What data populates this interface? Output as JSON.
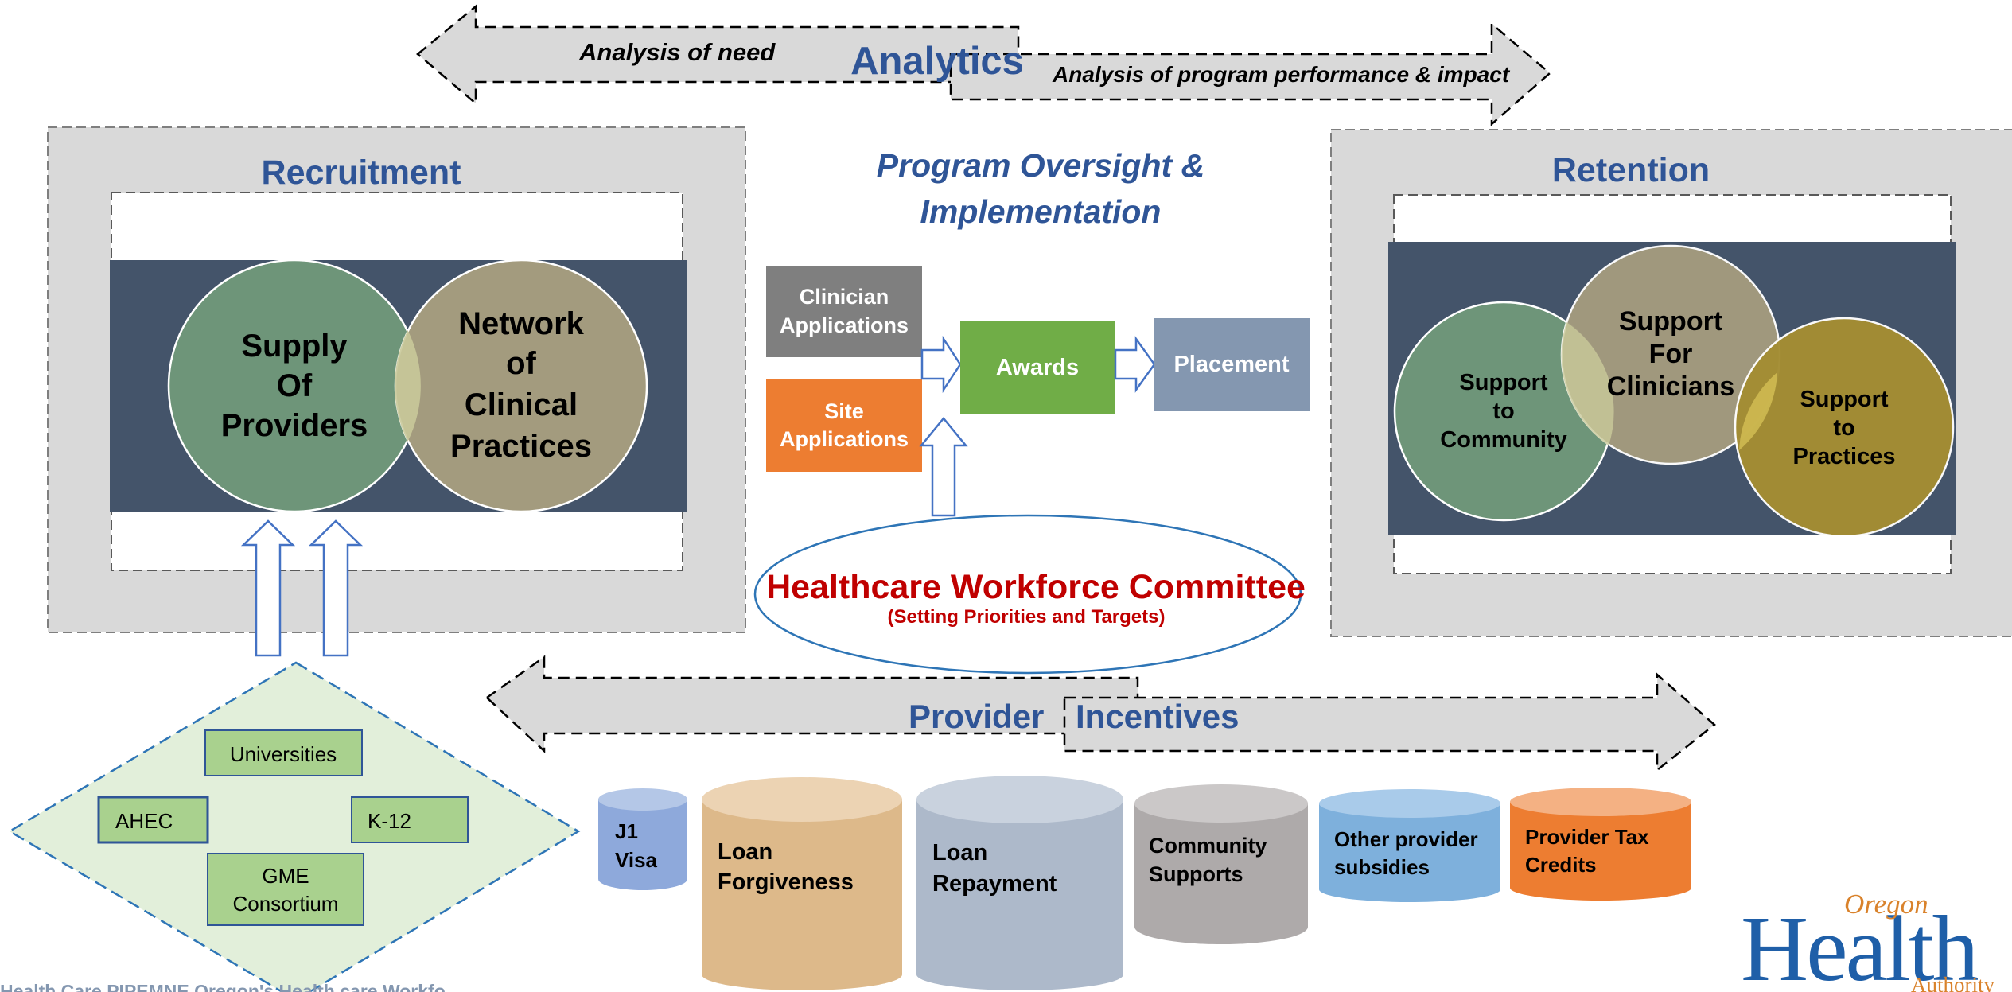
{
  "analytics": {
    "title": "Analytics",
    "left_label": "Analysis of need",
    "right_label": "Analysis of program performance & impact"
  },
  "recruitment": {
    "title": "Recruitment",
    "circle_left": [
      "Supply",
      "Of",
      "Providers"
    ],
    "circle_right": [
      "Network",
      "of",
      "Clinical",
      "Practices"
    ]
  },
  "oversight": {
    "title": [
      "Program Oversight &",
      "Implementation"
    ],
    "clinician_apps": [
      "Clinician",
      "Applications"
    ],
    "site_apps": [
      "Site",
      "Applications"
    ],
    "awards": "Awards",
    "placement": "Placement"
  },
  "retention": {
    "title": "Retention",
    "circle_left": [
      "Support",
      "to",
      "Community"
    ],
    "circle_mid": [
      "Support",
      "For",
      "Clinicians"
    ],
    "circle_right": [
      "Support",
      "to",
      "Practices"
    ]
  },
  "committee": {
    "title": "Healthcare Workforce Committee",
    "subtitle": "(Setting Priorities and Targets)"
  },
  "pipeline": {
    "universities": "Universities",
    "ahec": "AHEC",
    "k12": "K-12",
    "gme": [
      "GME",
      "Consortium"
    ]
  },
  "incentives": {
    "title_left": "Provider",
    "title_right": "Incentives",
    "items": [
      {
        "lines": [
          "J1",
          "Visa"
        ],
        "color": "#8EA9DB"
      },
      {
        "lines": [
          "Loan",
          "Forgiveness"
        ],
        "color": "#DDB98A"
      },
      {
        "lines": [
          "Loan",
          "Repayment"
        ],
        "color": "#ADB9CA"
      },
      {
        "lines": [
          "Community",
          "Supports"
        ],
        "color": "#AEAAAA"
      },
      {
        "lines": [
          "Other provider",
          "subsidies"
        ],
        "color": "#7EB0DC"
      },
      {
        "lines": [
          "Provider Tax",
          "Credits"
        ],
        "color": "#ED7D31"
      }
    ]
  },
  "footer": {
    "cut_text": "Health Care PIPEMNE Oregon's Health care Workfo"
  },
  "logo": {
    "word1": "Oregon",
    "word2": "Health",
    "word3": "Authority"
  },
  "colors": {
    "heading_blue": "#2F5597",
    "committee_red": "#C00000",
    "dark_panel": "#44546A",
    "green_circle": "#6E9579",
    "tan_circle": "#A39B7E",
    "gold_circle": "#A48D33",
    "awards_green": "#70AD47",
    "placement_blue": "#8497B0",
    "site_orange": "#ED7D31",
    "clinician_gray": "#7F7F7F",
    "diamond_fill": "#E2EFDA",
    "box_green": "#A9D18E",
    "logo_blue": "#1F5FA8",
    "logo_orange": "#D9822B"
  }
}
